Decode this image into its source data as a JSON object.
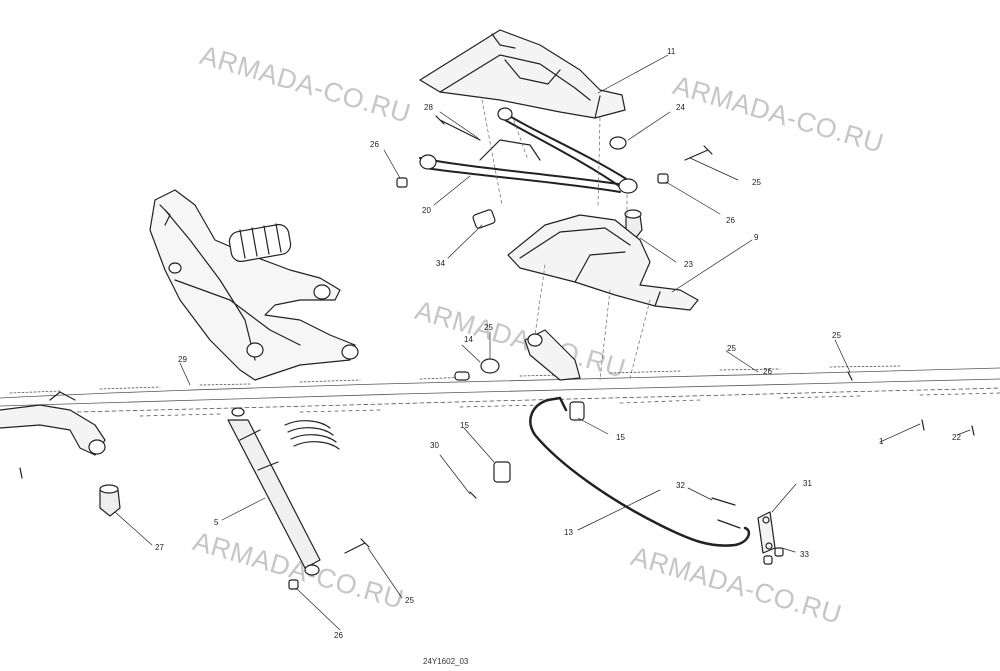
{
  "watermark": "ARMADA-CO.RU",
  "drawing_code": "24Y1602_03",
  "callouts": {
    "c11": "11",
    "c28": "28",
    "c24": "24",
    "c26a": "26",
    "c25a": "25",
    "c20": "20",
    "c26b": "26",
    "c34": "34",
    "c23": "23",
    "c9": "9",
    "c25b": "25",
    "c14": "14",
    "c25c": "25",
    "c25d": "25",
    "c26c": "26",
    "c29": "29",
    "c1": "1",
    "c22": "22",
    "c15a": "15",
    "c15b": "15",
    "c30": "30",
    "c13": "13",
    "c32": "32",
    "c31": "31",
    "c33": "33",
    "c5": "5",
    "c27": "27",
    "c25e": "25",
    "c26d": "26"
  }
}
